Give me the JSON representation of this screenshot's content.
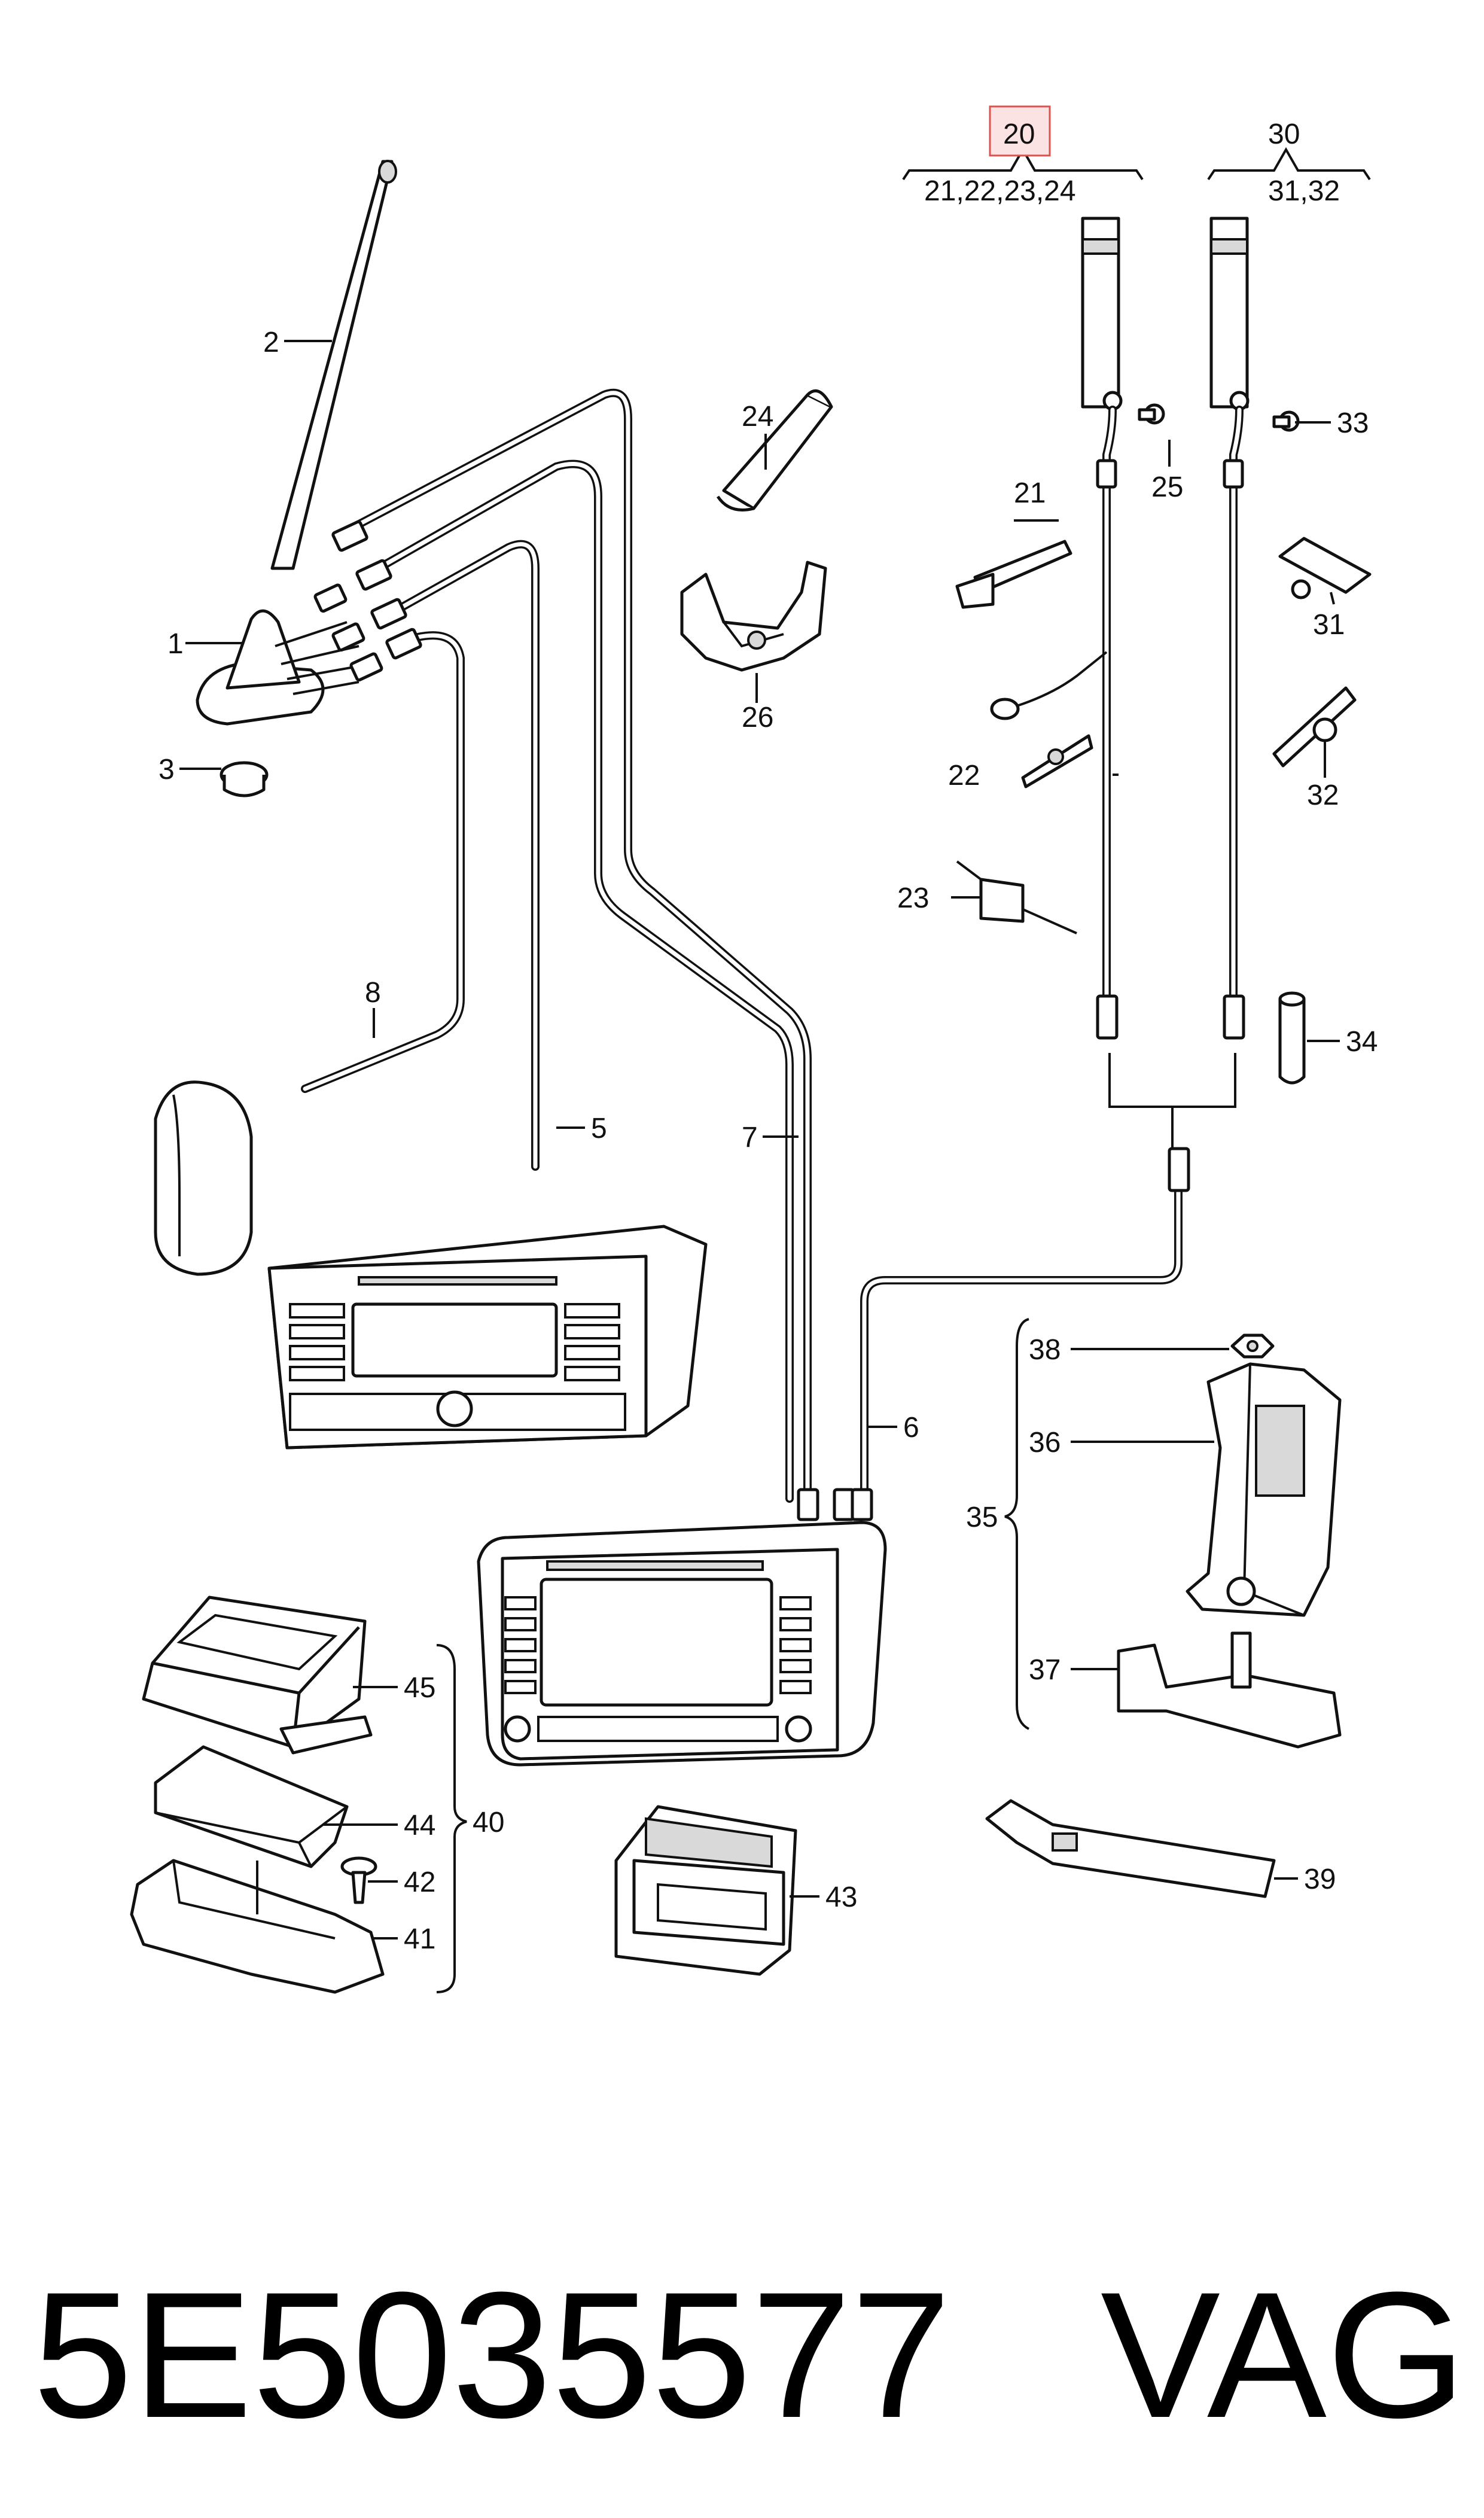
{
  "labels": {
    "p1": "1",
    "p2": "2",
    "p3": "3",
    "p5": "5",
    "p6": "6",
    "p7": "7",
    "p8": "8",
    "p20": "20",
    "p20sub": "21,22,23,24",
    "p21": "21",
    "p22": "22",
    "p23": "23",
    "p24": "24",
    "p25": "25",
    "p26": "26",
    "p30": "30",
    "p30sub": "31,32",
    "p31": "31",
    "p32": "32",
    "p33": "33",
    "p34": "34",
    "p35": "35",
    "p36": "36",
    "p37": "37",
    "p38": "38",
    "p39": "39",
    "p40": "40",
    "p41": "41",
    "p42": "42",
    "p43": "43",
    "p44": "44",
    "p45": "45"
  },
  "footer": {
    "part_number": "5E5035577",
    "brand": "VAG"
  },
  "highlight_color": "#d9534f"
}
